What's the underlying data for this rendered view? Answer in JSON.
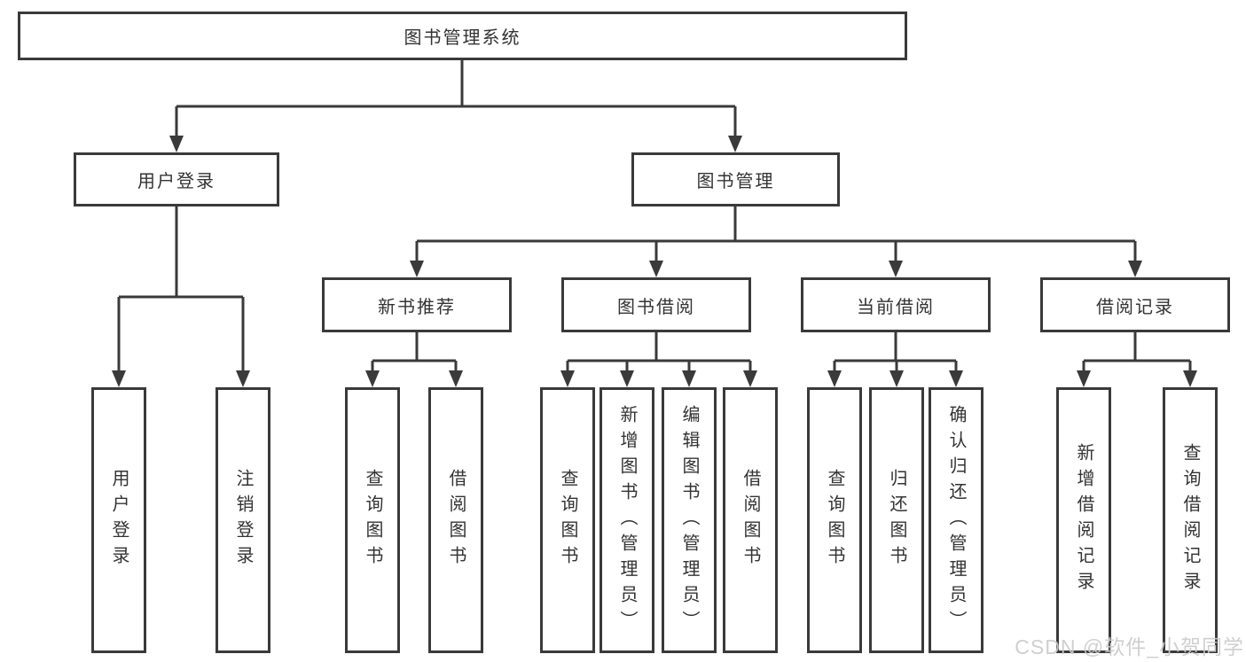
{
  "root": {
    "label": "图书管理系统"
  },
  "branches": [
    {
      "label": "用户登录",
      "children": [
        {
          "label": "用户登录"
        },
        {
          "label": "注销登录"
        }
      ]
    },
    {
      "label": "图书管理",
      "children": [
        {
          "label": "新书推荐",
          "children": [
            {
              "label": "查询图书"
            },
            {
              "label": "借阅图书"
            }
          ]
        },
        {
          "label": "图书借阅",
          "children": [
            {
              "label": "查询图书"
            },
            {
              "label": "新增图书（管理员）"
            },
            {
              "label": "编辑图书（管理员）"
            },
            {
              "label": "借阅图书"
            }
          ]
        },
        {
          "label": "当前借阅",
          "children": [
            {
              "label": "查询图书"
            },
            {
              "label": "归还图书"
            },
            {
              "label": "确认归还（管理员）"
            }
          ]
        },
        {
          "label": "借阅记录",
          "children": [
            {
              "label": "新增借阅记录"
            },
            {
              "label": "查询借阅记录"
            }
          ]
        }
      ]
    }
  ],
  "watermark": {
    "text": "CSDN @软件_小贺同学"
  },
  "colors": {
    "line": "#3a3a3a",
    "text": "#333333",
    "watermark": "#cbcbcb",
    "background": "#ffffff"
  }
}
